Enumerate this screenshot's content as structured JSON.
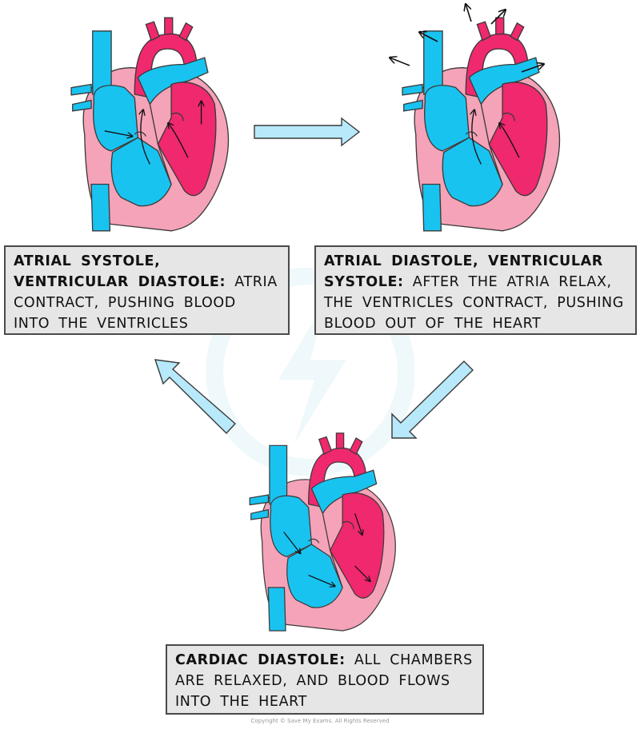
{
  "captions": [
    {
      "heading": "ATRIAL SYSTOLE, VENTRICULAR DIASTOLE:",
      "body": "ATRIA CONTRACT, PUSHING BLOOD INTO THE VENTRICLES"
    },
    {
      "heading": "ATRIAL DIASTOLE, VENTRICULAR SYSTOLE:",
      "body": "AFTER THE ATRIA RELAX, THE VENTRICLES CONTRACT, PUSHING BLOOD OUT OF THE HEART"
    },
    {
      "heading": "CARDIAC DIASTOLE:",
      "body": "ALL CHAMBERS ARE RELAXED, AND BLOOD FLOWS INTO THE HEART"
    }
  ],
  "copyright": "Copyright © Save My Exams. All Rights Reserved",
  "colors": {
    "deoxygenated": "#19c3f0",
    "oxygenated": "#f0286e",
    "wall": "#f5a3b8",
    "outline": "#3a3a3a",
    "flow_arrow": "#b7e9fb",
    "flow_arrow_border": "#3a3a3a",
    "caption_bg": "#e6e6e6"
  }
}
